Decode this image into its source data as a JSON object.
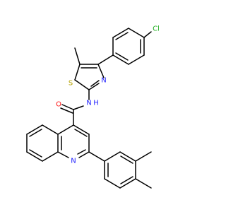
{
  "colors": {
    "bond": "#000000",
    "Cl": "#1fae1f",
    "S": "#b5a200",
    "N": "#2222ff",
    "O": "#ff0d0d",
    "background": "#ffffff"
  },
  "atoms": {
    "cl": "Cl",
    "s": "S",
    "n_thiazole": "N",
    "n_amide": "N",
    "h_amide": "H",
    "o": "O",
    "n_quinoline": "N"
  }
}
